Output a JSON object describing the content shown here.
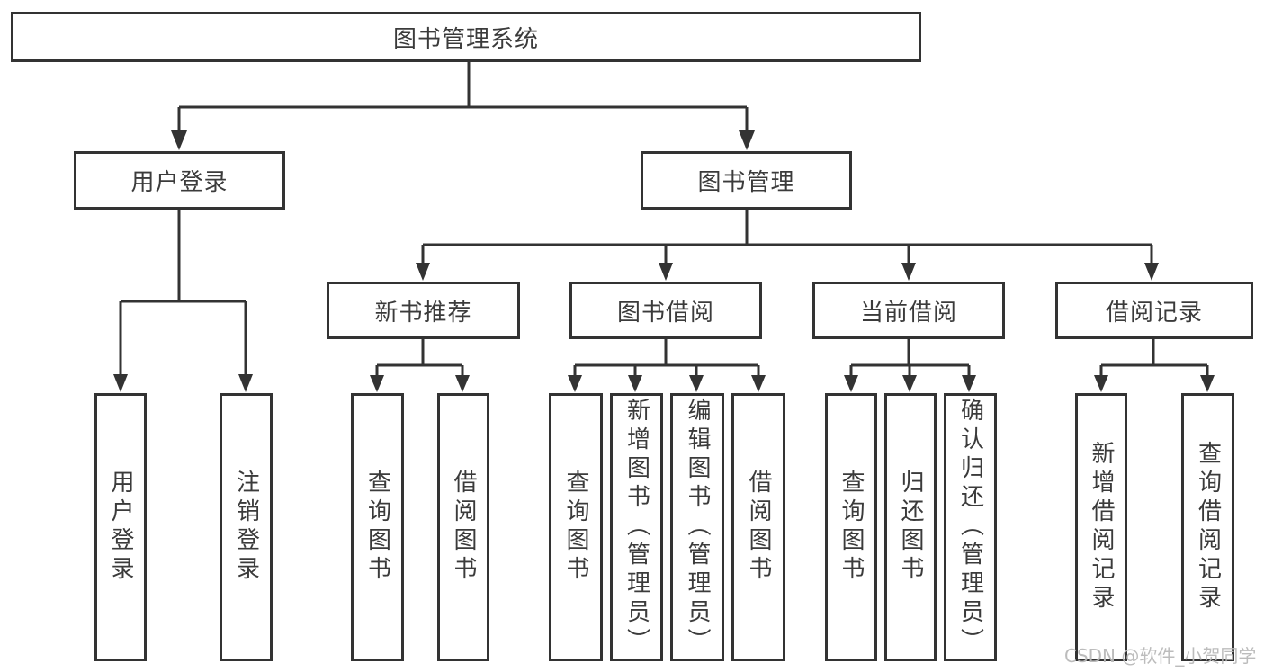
{
  "nodes": {
    "root": "图书管理系统",
    "user_login": "用户登录",
    "book_mgmt": "图书管理",
    "new_book_rec": "新书推荐",
    "book_borrow": "图书借阅",
    "current_borrow": "当前借阅",
    "borrow_record": "借阅记录",
    "leaf_user_login": "用户登录",
    "leaf_logout": "注销登录",
    "leaf_query_book_a": "查询图书",
    "leaf_borrow_book_a": "借阅图书",
    "leaf_query_book_b": "查询图书",
    "leaf_add_book": "新增图书（管理员）",
    "leaf_edit_book": "编辑图书（管理员）",
    "leaf_borrow_book_b": "借阅图书",
    "leaf_query_book_c": "查询图书",
    "leaf_return_book": "归还图书",
    "leaf_confirm_return": "确认归还（管理员）",
    "leaf_add_record": "新增借阅记录",
    "leaf_query_record": "查询借阅记录"
  },
  "watermark": "CSDN @软件_小贺同学",
  "colors": {
    "line": "#333333",
    "text": "#3b3b3b",
    "watermark": "#b8b8b8",
    "background": "#ffffff"
  }
}
